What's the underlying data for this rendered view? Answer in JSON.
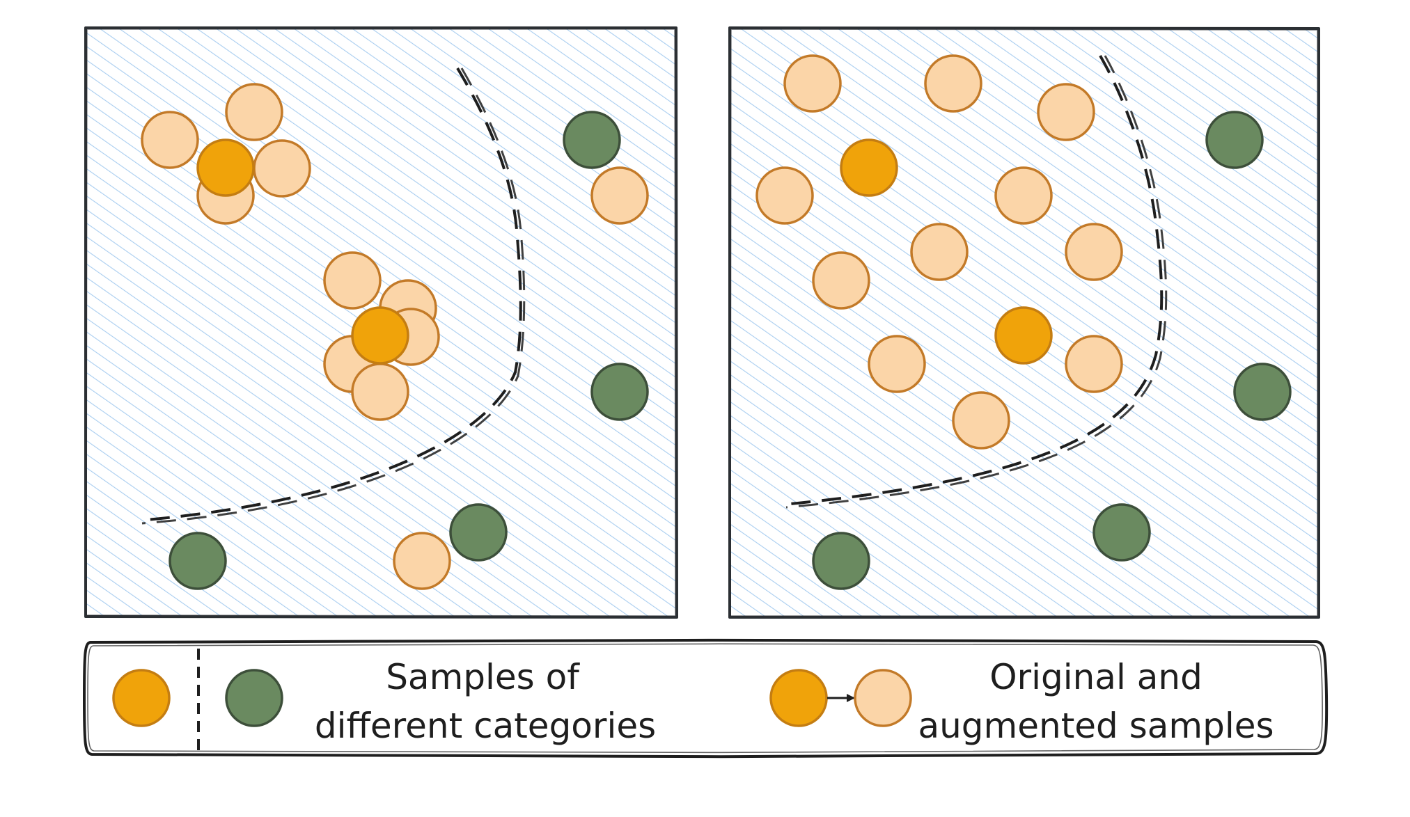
{
  "colors": {
    "original": "#f0a30a",
    "original_stroke": "#c47d12",
    "augmented": "#fbd5a8",
    "augmented_stroke": "#c37a28",
    "other_category": "#6a8a60",
    "other_category_stroke": "#3d4f3a",
    "panel_hatch": "#a8cdf0",
    "border": "#2b2f33",
    "boundary": "#1e1e1e"
  },
  "legend": {
    "categories_line1": "Samples of",
    "categories_line2": "different categories",
    "augmentation_line1": "Original and",
    "augmentation_line2": "augmented samples"
  }
}
